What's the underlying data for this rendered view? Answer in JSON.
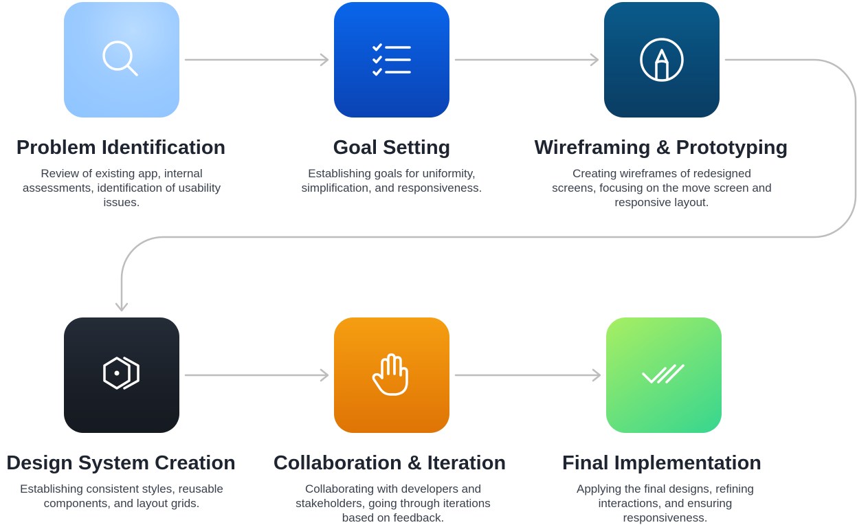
{
  "steps": [
    {
      "title": "Problem Identification",
      "description": "Review of existing app, internal assessments, identification of usability issues.",
      "icon": "search-icon"
    },
    {
      "title": "Goal Setting",
      "description": "Establishing goals for uniformity, simplification, and responsiveness.",
      "icon": "checklist-icon"
    },
    {
      "title": "Wireframing & Prototyping",
      "description": "Creating wireframes of redesigned screens, focusing on the move screen and responsive layout.",
      "icon": "pen-tool-icon"
    },
    {
      "title": "Design System Creation",
      "description": "Establishing consistent styles, reusable components, and layout grids.",
      "icon": "component-hexagon-icon"
    },
    {
      "title": "Collaboration & Iteration",
      "description": "Collaborating with developers and stakeholders, going through iterations based on feedback.",
      "icon": "hand-icon"
    },
    {
      "title": "Final Implementation",
      "description": "Applying the final designs, refining interactions, and ensuring responsiveness.",
      "icon": "double-check-icon"
    }
  ],
  "colors": {
    "connector": "#bdbdbd",
    "title": "#1f2530",
    "description": "#3a414d",
    "tile_problem": "#9ccbff",
    "tile_goal": "#0a52cd",
    "tile_wireframe": "#094975",
    "tile_design_system": "#1a1f27",
    "tile_collaboration": "#ea870a",
    "tile_final": "#6fe27a"
  }
}
